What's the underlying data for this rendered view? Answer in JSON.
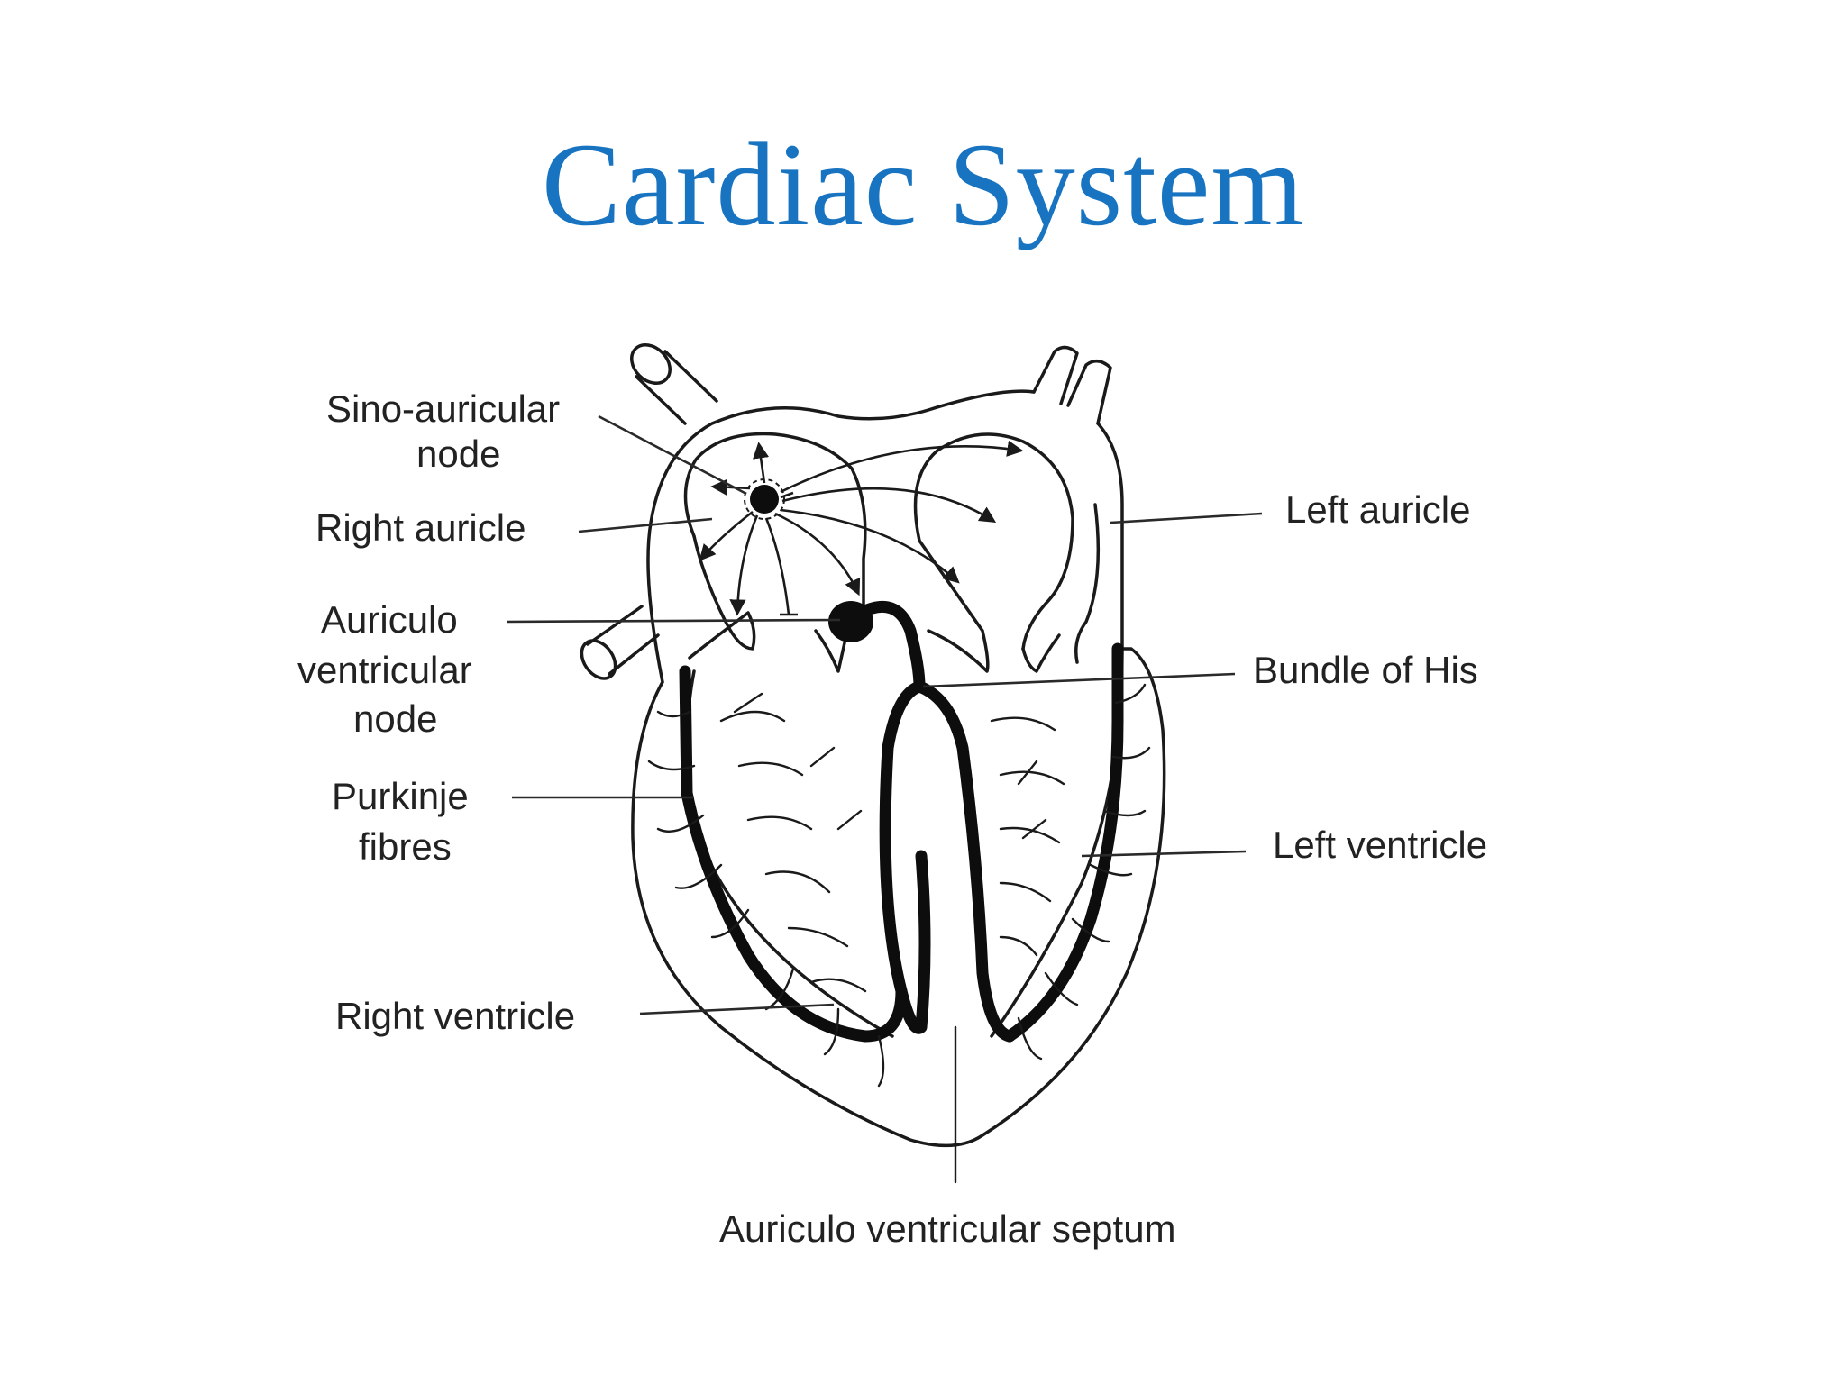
{
  "title": "Cardiac System",
  "colors": {
    "title": "#1874c1",
    "line": "#1a1a1a",
    "background": "#ffffff"
  },
  "labels": {
    "sa_node": [
      "Sino-auricular",
      "node"
    ],
    "right_auricle": "Right auricle",
    "av_node": [
      "Auriculo",
      "ventricular",
      "node"
    ],
    "purkinje": [
      "Purkinje",
      "fibres"
    ],
    "right_ventricle": "Right ventricle",
    "septum": "Auriculo ventricular septum",
    "left_auricle": "Left auricle",
    "bundle_of_his": "Bundle of His",
    "left_ventricle": "Left ventricle"
  }
}
